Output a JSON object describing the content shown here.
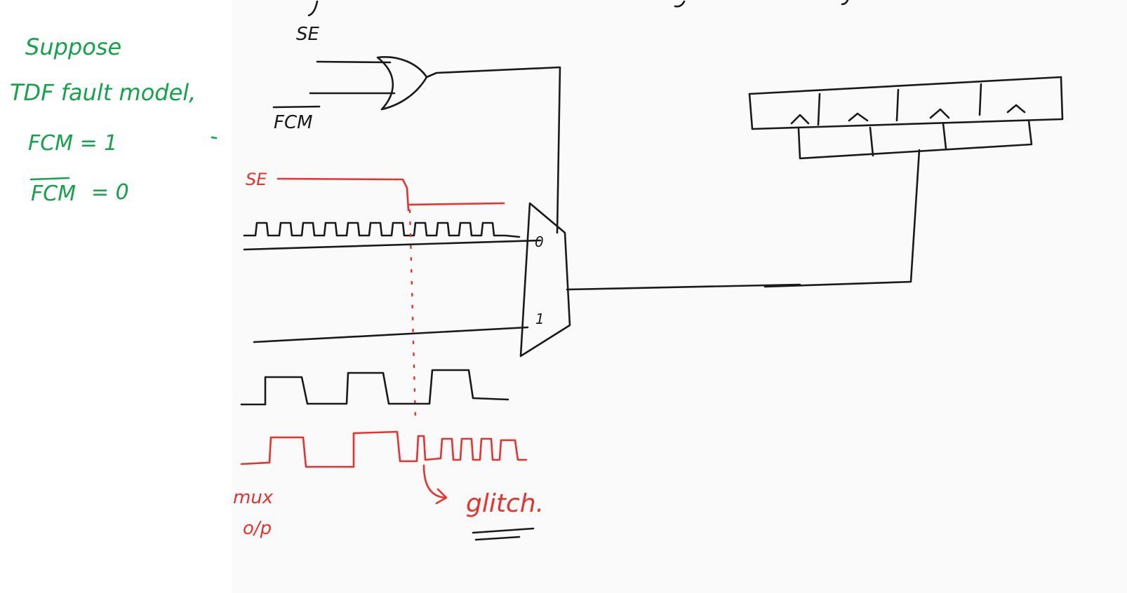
{
  "colors": {
    "background_left": "#ffffff",
    "background_right": "#fafafa",
    "ink": "#1a1a1a",
    "annotation_green": "#14a24a",
    "annotation_red": "#e8322e"
  },
  "notes": {
    "line1": "Suppose",
    "line2": "TDF fault model,",
    "line3": "FCM = 1",
    "line4_symbol": "FCM",
    "line4_value": "= 0"
  },
  "gate": {
    "input_top": "SE",
    "input_bottom": "FCM"
  },
  "mux": {
    "input0": "0",
    "input1": "1"
  },
  "waveforms": {
    "se_label": "SE",
    "output_label_line1": "mux",
    "output_label_line2": "o/p",
    "glitch_label": "glitch."
  }
}
